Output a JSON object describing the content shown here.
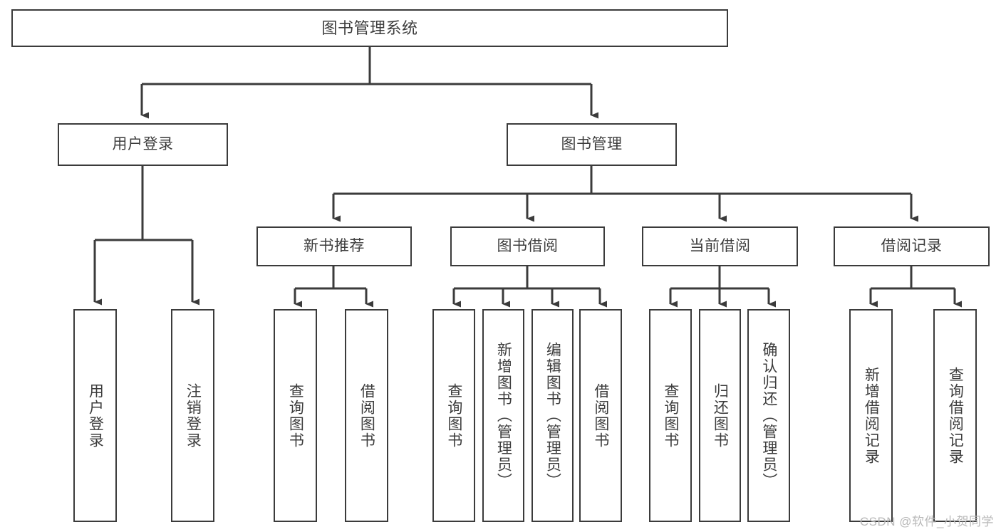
{
  "diagram": {
    "title": "图书管理系统",
    "type": "tree-hierarchy-chart",
    "colors": {
      "stroke": "#3b3b3b",
      "text": "#3c3c3c",
      "background": "#ffffff",
      "watermark": "#b9b9b9"
    },
    "nodes": {
      "root": {
        "label": "图书管理系统"
      },
      "level2": [
        {
          "label": "用户登录"
        },
        {
          "label": "图书管理"
        }
      ],
      "level3": [
        {
          "label": "新书推荐"
        },
        {
          "label": "图书借阅"
        },
        {
          "label": "当前借阅"
        },
        {
          "label": "借阅记录"
        }
      ],
      "leaves": {
        "user_login": [
          {
            "label": "用户登录"
          },
          {
            "label": "注销登录"
          }
        ],
        "new_book_recommend": [
          {
            "label": "查询图书"
          },
          {
            "label": "借阅图书"
          }
        ],
        "book_borrow": [
          {
            "label": "查询图书"
          },
          {
            "label": "新增图书（管理员）"
          },
          {
            "label": "编辑图书（管理员）"
          },
          {
            "label": "借阅图书"
          }
        ],
        "current_borrow": [
          {
            "label": "查询图书"
          },
          {
            "label": "归还图书"
          },
          {
            "label": "确认归还（管理员）"
          }
        ],
        "borrow_record": [
          {
            "label": "新增借阅记录"
          },
          {
            "label": "查询借阅记录"
          }
        ]
      }
    },
    "watermark": "CSDN @软件_小贺同学"
  }
}
